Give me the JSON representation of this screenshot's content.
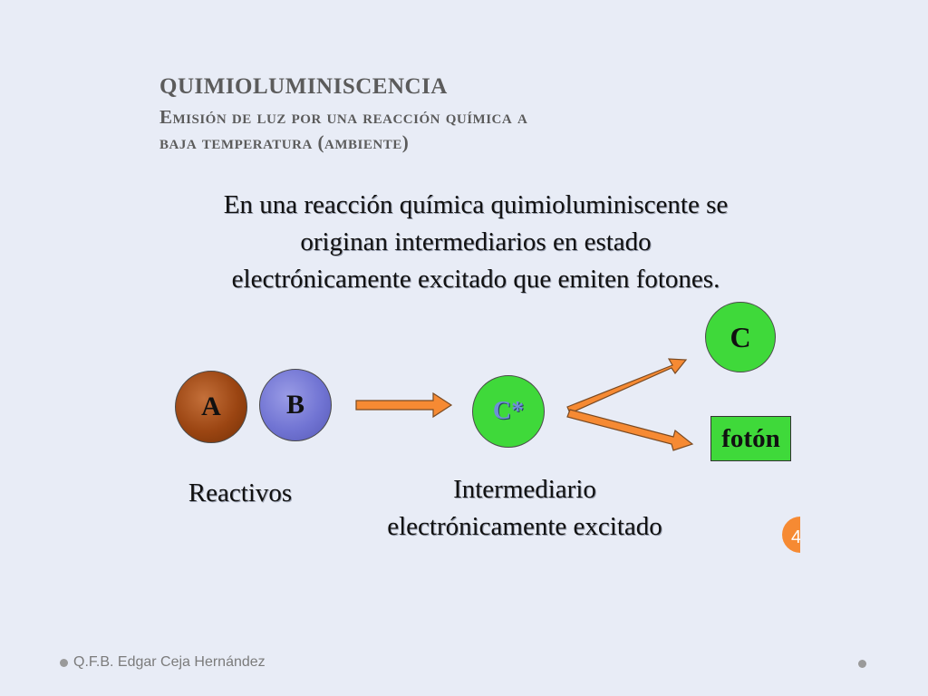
{
  "title": {
    "line1": "QUIMIOLUMINISCENCIA",
    "line2": "Emisión de luz por una reacción química a",
    "line3": "baja temperatura (ambiente)"
  },
  "body": {
    "line1": "En una reacción química quimioluminiscente se",
    "line2": "originan intermediarios en estado",
    "line3": "electrónicamente excitado que emiten fotones."
  },
  "diagram": {
    "reactant_a": "A",
    "reactant_b": "B",
    "intermediate": "C*",
    "product": "C",
    "photon": "fotón",
    "label_reactants": "Reactivos",
    "label_intermediate_line1": "Intermediario",
    "label_intermediate_line2": "electrónicamente excitado",
    "colors": {
      "green": "#3fd93a",
      "orange_arrow": "#f68a33",
      "reactant_a": "#9b4512",
      "reactant_b": "#7174d3"
    }
  },
  "page": {
    "number_fragment": "4"
  },
  "footer": {
    "author": "Q.F.B. Edgar Ceja Hernández"
  }
}
